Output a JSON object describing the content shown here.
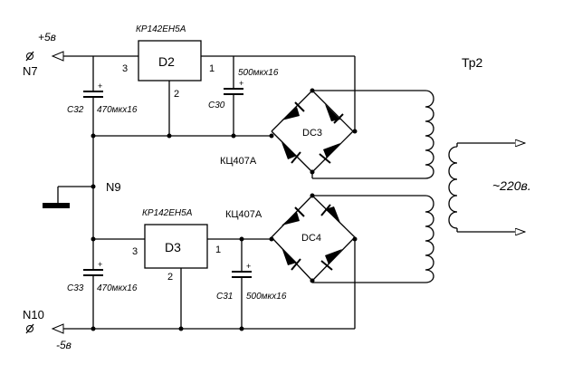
{
  "labels": {
    "plus5": "+5в",
    "n7": "N7",
    "d2_type": "КР142ЕН5А",
    "d2": "D2",
    "d2_pin3": "3",
    "d2_pin1": "1",
    "d2_pin2": "2",
    "c30_value": "500мкх16",
    "c30": "С30",
    "c32": "С32",
    "c32_value": "470мкх16",
    "tr2": "Тр2",
    "dc3": "DC3",
    "kc_top": "КЦ407А",
    "n9": "N9",
    "v220": "~220в.",
    "d3_type": "КР142ЕН5А",
    "kc_bottom": "КЦ407А",
    "dc4": "DC4",
    "d3": "D3",
    "d3_pin3": "3",
    "d3_pin1": "1",
    "d3_pin2": "2",
    "c33": "С33",
    "c33_value": "470мкх16",
    "c31": "С31",
    "c31_value": "500мкх16",
    "n10": "N10",
    "minus5": "-5в",
    "plus": "+"
  }
}
